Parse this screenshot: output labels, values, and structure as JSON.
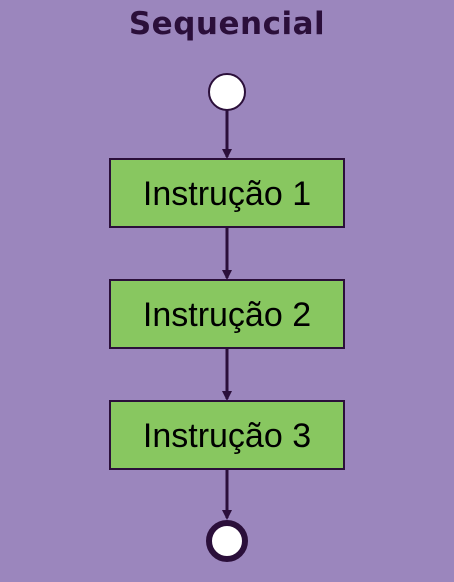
{
  "diagram": {
    "title": "Sequencial",
    "steps": [
      "Instrução 1",
      "Instrução 2",
      "Instrução 3"
    ]
  },
  "colors": {
    "background": "#9b86bd",
    "title": "#2b0f3a",
    "box_fill": "#88c760",
    "box_stroke": "#2b0f3a",
    "arrow": "#2b0f3a",
    "node_fill": "#ffffff"
  }
}
